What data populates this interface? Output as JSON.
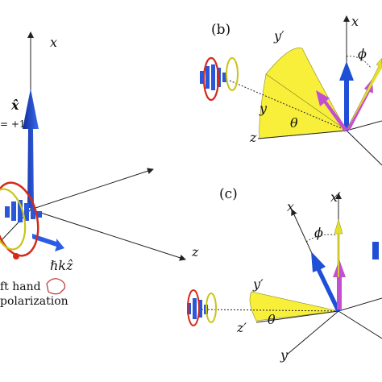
{
  "panel_a": {
    "axis_x": "x",
    "axis_z": "z",
    "vec_x_label": "x̂",
    "partial_plus_one": "= +1",
    "k_label": "ℏkẑ",
    "caption_line1": "ft hand",
    "caption_line2": "polarization"
  },
  "panel_b": {
    "tag": "(b)",
    "x": "x",
    "x_prime": "y′",
    "y": "y",
    "z": "z",
    "theta": "θ",
    "phi": "ϕ"
  },
  "panel_c": {
    "tag": "(c)",
    "x": "x",
    "x_prime": "x′",
    "y_prime": "y′",
    "z_prime": "z′",
    "y": "y",
    "theta": "θ",
    "phi": "ϕ"
  },
  "colors": {
    "blue_vector": "#1f4fd6",
    "magenta_vector": "#c24fd0",
    "yellow_cone": "#f7ef3a",
    "red_ring": "#d42a1c",
    "yellow_ring": "#c8c418"
  }
}
